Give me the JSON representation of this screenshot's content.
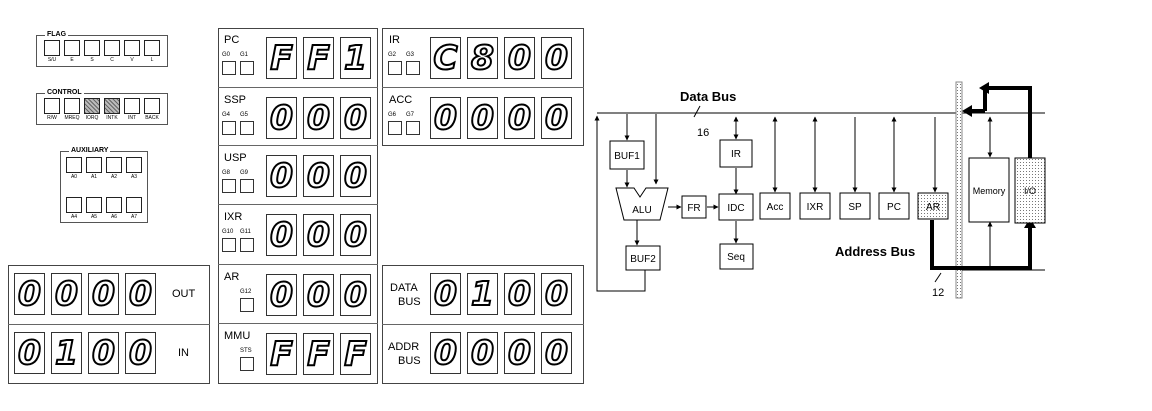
{
  "flag": {
    "title": "FLAG",
    "leds": [
      {
        "label": "S/U",
        "on": false
      },
      {
        "label": "E",
        "on": false
      },
      {
        "label": "S",
        "on": false
      },
      {
        "label": "C",
        "on": false
      },
      {
        "label": "V",
        "on": false
      },
      {
        "label": "L",
        "on": false
      }
    ]
  },
  "control": {
    "title": "CONTROL",
    "leds": [
      {
        "label": "R/W",
        "on": false
      },
      {
        "label": "MREQ",
        "on": false
      },
      {
        "label": "IORQ",
        "on": true
      },
      {
        "label": "INTK",
        "on": true
      },
      {
        "label": "INT",
        "on": false
      },
      {
        "label": "BACK",
        "on": false
      }
    ]
  },
  "auxiliary": {
    "title": "AUXILIARY",
    "leds": [
      {
        "label": "A0"
      },
      {
        "label": "A1"
      },
      {
        "label": "A2"
      },
      {
        "label": "A3"
      },
      {
        "label": "A4"
      },
      {
        "label": "A5"
      },
      {
        "label": "A6"
      },
      {
        "label": "A7"
      }
    ]
  },
  "registers_left": [
    {
      "name": "PC",
      "gates": [
        "G0",
        "G1"
      ],
      "digits": [
        "F",
        "F",
        "1"
      ]
    },
    {
      "name": "SSP",
      "gates": [
        "G4",
        "G5"
      ],
      "digits": [
        "0",
        "0",
        "0"
      ]
    },
    {
      "name": "USP",
      "gates": [
        "G8",
        "G9"
      ],
      "digits": [
        "0",
        "0",
        "0"
      ]
    },
    {
      "name": "IXR",
      "gates": [
        "G10",
        "G11"
      ],
      "digits": [
        "0",
        "0",
        "0"
      ]
    },
    {
      "name": "AR",
      "gates": [
        "G12"
      ],
      "digits": [
        "0",
        "0",
        "0"
      ]
    },
    {
      "name": "MMU",
      "gates": [
        "STS"
      ],
      "digits": [
        "F",
        "F",
        "F"
      ]
    }
  ],
  "registers_right": [
    {
      "name": "IR",
      "gates": [
        "G2",
        "G3"
      ],
      "digits": [
        "C",
        "8",
        "0",
        "0"
      ]
    },
    {
      "name": "ACC",
      "gates": [
        "G6",
        "G7"
      ],
      "digits": [
        "0",
        "0",
        "0",
        "0"
      ]
    }
  ],
  "out": {
    "label": "OUT",
    "digits": [
      "0",
      "0",
      "0",
      "0"
    ]
  },
  "in": {
    "label": "IN",
    "digits": [
      "0",
      "1",
      "0",
      "0"
    ]
  },
  "data_bus_display": {
    "label_line1": "DATA",
    "label_line2": "BUS",
    "digits": [
      "0",
      "1",
      "0",
      "0"
    ]
  },
  "addr_bus_display": {
    "label_line1": "ADDR",
    "label_line2": "BUS",
    "digits": [
      "0",
      "0",
      "0",
      "0"
    ]
  },
  "diagram": {
    "data_bus_label": "Data Bus",
    "data_bus_width": "16",
    "address_bus_label": "Address Bus",
    "address_bus_width": "12",
    "blocks": {
      "buf1": "BUF1",
      "alu": "ALU",
      "buf2": "BUF2",
      "fr": "FR",
      "ir": "IR",
      "idc": "IDC",
      "seq": "Seq",
      "acc": "Acc",
      "ixr": "IXR",
      "sp": "SP",
      "pc": "PC",
      "ar": "AR",
      "memory": "Memory",
      "io": "I/O"
    }
  }
}
